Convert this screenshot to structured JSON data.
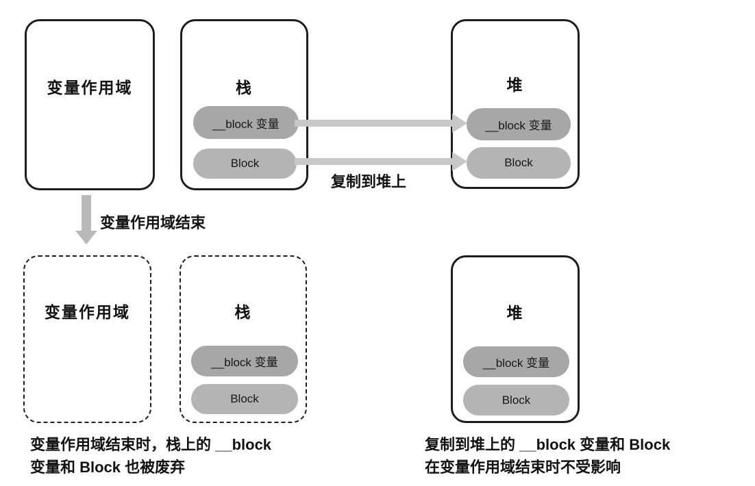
{
  "top": {
    "scope_box": {
      "label": "变量作用域"
    },
    "stack_box": {
      "label": "栈",
      "pills": [
        "__block 变量",
        "Block"
      ]
    },
    "heap_box": {
      "label": "堆",
      "pills": [
        "__block 变量",
        "Block"
      ]
    },
    "copy_label": "复制到堆上"
  },
  "middle": {
    "arrow_label": "变量作用域结束"
  },
  "bottom": {
    "scope_box": {
      "label": "变量作用域"
    },
    "stack_box": {
      "label": "栈",
      "pills": [
        "__block 变量",
        "Block"
      ]
    },
    "heap_box": {
      "label": "堆",
      "pills": [
        "__block 变量",
        "Block"
      ]
    },
    "left_caption_line1": "变量作用域结束时，栈上的 __block",
    "left_caption_line2": "变量和 Block 也被废弃",
    "right_caption_line1": "复制到堆上的 __block 变量和 Block",
    "right_caption_line2": "在变量作用域结束时不受影响"
  },
  "colors": {
    "block_variable_pill": "#a7a7a7",
    "block_pill": "#b4b4b4",
    "copy_arrow": "#c7c7c7",
    "scope_end_arrow": "#b9b9b9",
    "box_border": "#1c1c1c",
    "background": "#ffffff"
  }
}
